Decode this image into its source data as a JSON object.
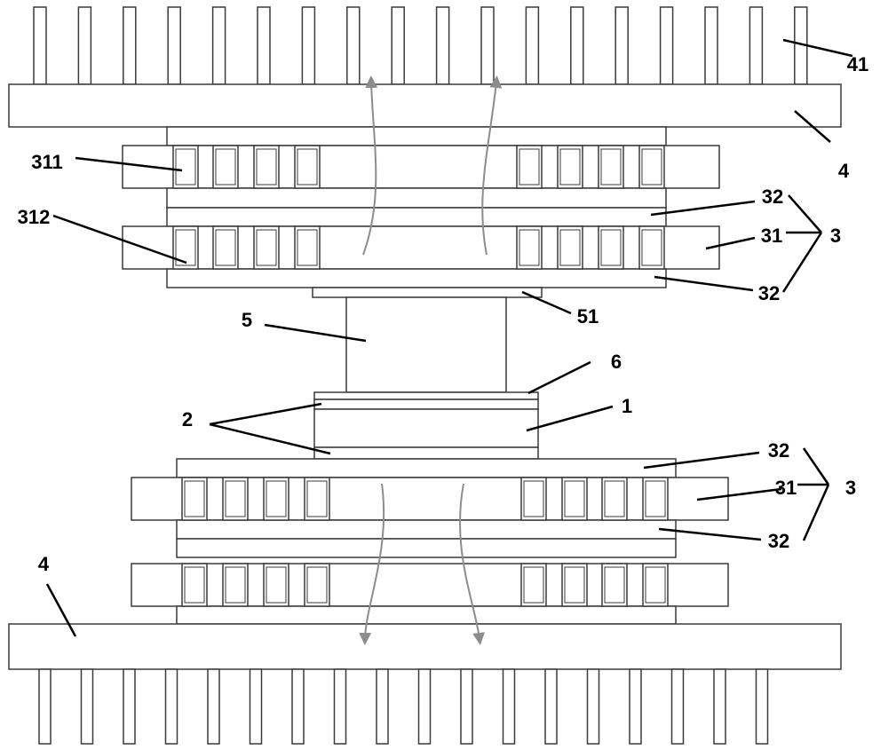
{
  "labels": {
    "fins_top": "41",
    "heatsink_top": "4",
    "heatsink_bottom": "4",
    "element_311": "311",
    "element_312": "312",
    "layer_32_a": "32",
    "layer_31_a": "31",
    "group_3_a": "3",
    "layer_32_b": "32",
    "part_51": "51",
    "part_5": "5",
    "part_6": "6",
    "part_2": "2",
    "part_1": "1",
    "layer_32_c": "32",
    "layer_31_b": "31",
    "group_3_b": "3",
    "layer_32_d": "32"
  },
  "colors": {
    "line": "#3a3a3a",
    "fill": "#ffffff",
    "leader": "#000000",
    "arrow": "#8c8c8c"
  }
}
